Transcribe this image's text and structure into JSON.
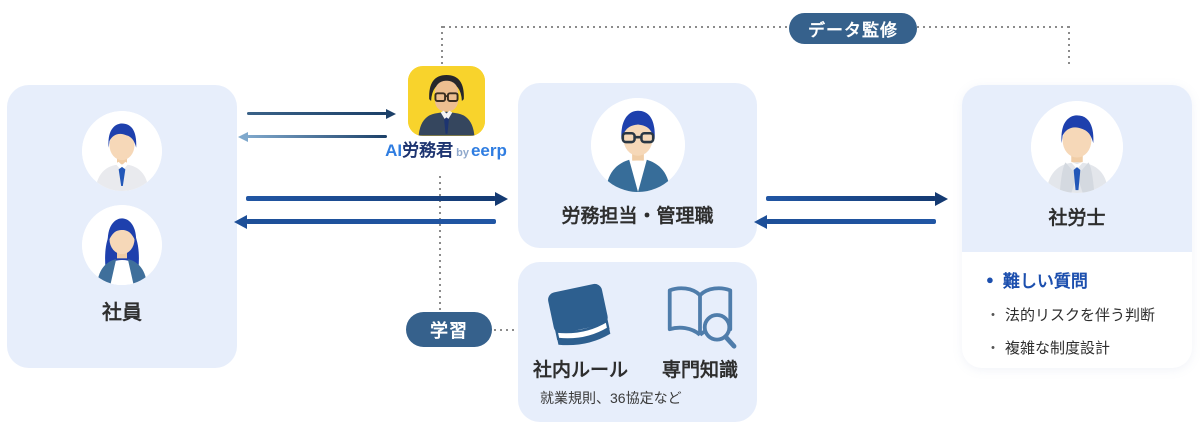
{
  "palette": {
    "page_bg": "#ffffff",
    "card_bg": "#e7eefb",
    "pill_bg": "#36618c",
    "pill_text": "#ffffff",
    "arrow_blue": "#1d4e94",
    "arrow_dark": "#143a72",
    "arrow_light": "#7fa8cc",
    "dotted_gray": "#8b8b8b",
    "text_dark": "#2e2e2e",
    "highlight_blue": "#1c4fae",
    "ai_yellow": "#f8d32c",
    "book_blue": "#2d5f8f",
    "brand_blue": "#2f7de1",
    "brand_navy": "#1d3470"
  },
  "pills": {
    "data_supervision": "データ監修",
    "learning": "学習"
  },
  "ai_agent": {
    "name_prefix": "AI",
    "name": "労務君",
    "by": "by",
    "vendor": "eerp"
  },
  "employees": {
    "label": "社員"
  },
  "hr_manager": {
    "label": "労務担当・管理職"
  },
  "knowledge": {
    "internal_rules_label": "社内ルール",
    "expert_knowledge_label": "専門知識",
    "note": "就業規則、36協定など"
  },
  "sharoushi": {
    "label": "社労士",
    "heading": "難しい質問",
    "heading_bullet": "●",
    "item_bullet": "・",
    "items": [
      "法的リスクを伴う判断",
      "複雑な制度設計"
    ]
  }
}
